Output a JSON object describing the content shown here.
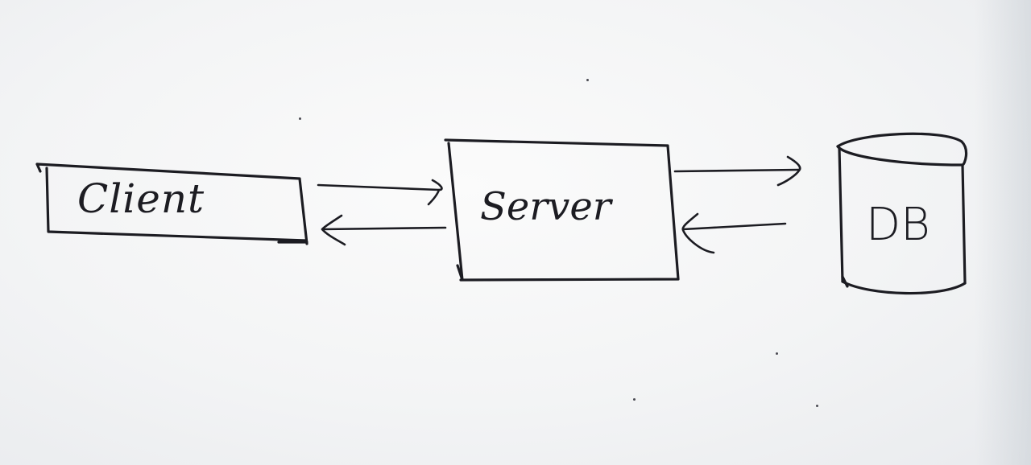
{
  "nodes": {
    "client": {
      "label": "Client"
    },
    "server": {
      "label": "Server"
    },
    "db": {
      "label": "DB"
    }
  },
  "edges": [
    {
      "from": "Client",
      "to": "Server"
    },
    {
      "from": "Server",
      "to": "Client"
    },
    {
      "from": "Server",
      "to": "DB"
    },
    {
      "from": "DB",
      "to": "Server"
    }
  ],
  "colors": {
    "ink": "#1c1c22",
    "paper": "#f4f5f6"
  }
}
